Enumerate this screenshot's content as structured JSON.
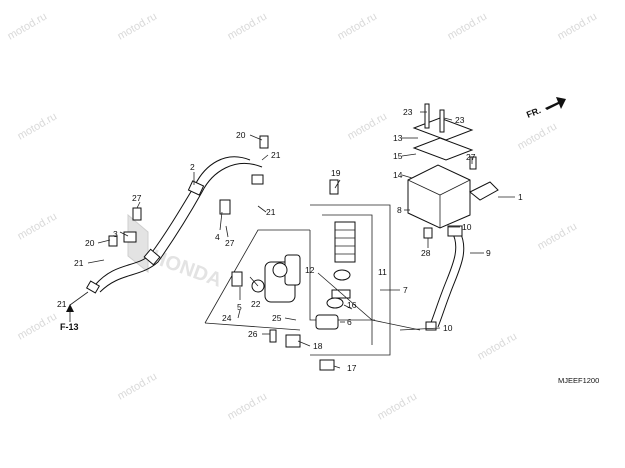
{
  "watermark": {
    "text": "motod.ru"
  },
  "honda_logo": {
    "text": "HONDA"
  },
  "direction": {
    "label": "FR."
  },
  "reference": {
    "label": "F-13"
  },
  "diagram_code": {
    "text": "MJEEF1200"
  },
  "labels": {
    "l1": "1",
    "l2": "2",
    "l3": "3",
    "l4": "4",
    "l5": "5",
    "l6": "6",
    "l7": "7",
    "l8": "8",
    "l9": "9",
    "l10a": "10",
    "l10b": "10",
    "l11": "11",
    "l12": "12",
    "l13": "13",
    "l14": "14",
    "l15": "15",
    "l16": "16",
    "l17": "17",
    "l18": "18",
    "l19": "19",
    "l20a": "20",
    "l20b": "20",
    "l21a": "21",
    "l21b": "21",
    "l21c": "21",
    "l21d": "21",
    "l22": "22",
    "l23a": "23",
    "l23b": "23",
    "l24": "24",
    "l25": "25",
    "l26": "26",
    "l27a": "27",
    "l27b": "27",
    "l27c": "27",
    "l28": "28"
  }
}
